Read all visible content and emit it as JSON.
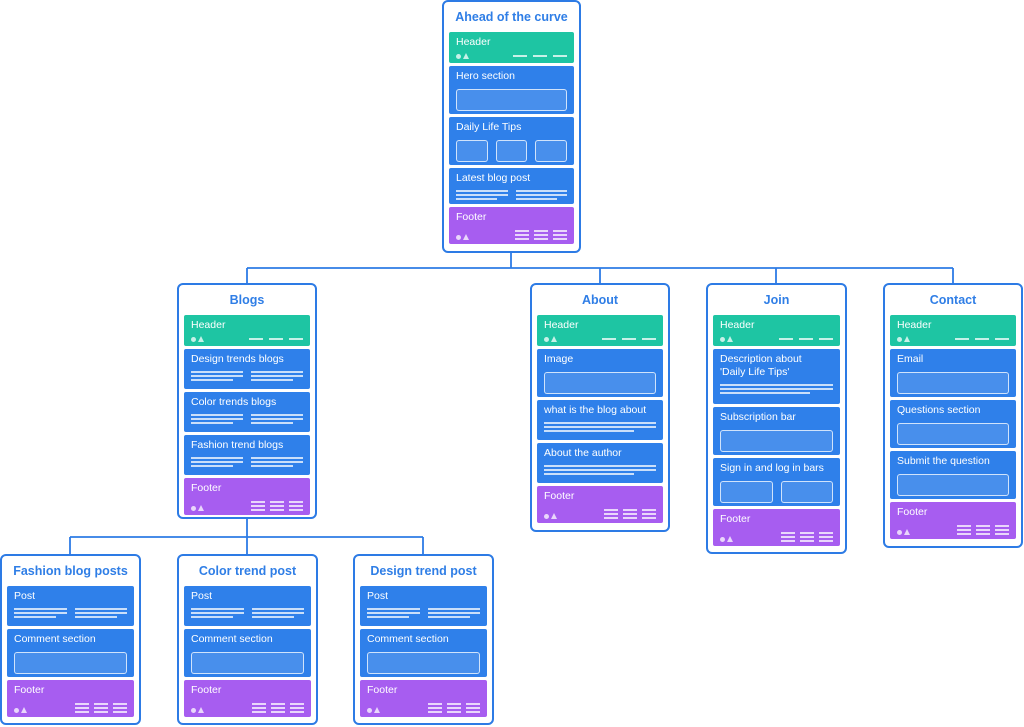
{
  "colors": {
    "border": "#2d7be5",
    "header": "#1ec5a3",
    "section": "#2f80ea",
    "footer": "#a75df0",
    "title": "#2f7ee6",
    "connector": "#2d7be5"
  },
  "cards": {
    "root": {
      "title": "Ahead of the curve",
      "header": "Header",
      "hero": "Hero section",
      "tips": "Daily Life Tips",
      "latest": "Latest blog post",
      "footer": "Footer"
    },
    "blogs": {
      "title": "Blogs",
      "header": "Header",
      "design": "Design trends blogs",
      "color": "Color trends blogs",
      "fashion": "Fashion trend blogs",
      "footer": "Footer"
    },
    "about": {
      "title": "About",
      "header": "Header",
      "image": "Image",
      "what": "what is the blog about",
      "author": "About the author",
      "footer": "Footer"
    },
    "join": {
      "title": "Join",
      "header": "Header",
      "description": "Description about\n'Daily Life Tips'",
      "subscription": "Subscription  bar",
      "signin": "Sign in and log in bars",
      "footer": "Footer"
    },
    "contact": {
      "title": "Contact",
      "header": "Header",
      "email": "Email",
      "questions": "Questions section",
      "submit": "Submit the question",
      "footer": "Footer"
    },
    "fashion_posts": {
      "title": "Fashion blog posts",
      "post": "Post",
      "comment": "Comment section",
      "footer": "Footer"
    },
    "color_post": {
      "title": "Color trend post",
      "post": "Post",
      "comment": "Comment section",
      "footer": "Footer"
    },
    "design_post": {
      "title": "Design trend post",
      "post": "Post",
      "comment": "Comment section",
      "footer": "Footer"
    }
  },
  "icons": [
    "dot-icon",
    "triangle-icon",
    "dash-nav-icon",
    "hamburger-icon"
  ]
}
